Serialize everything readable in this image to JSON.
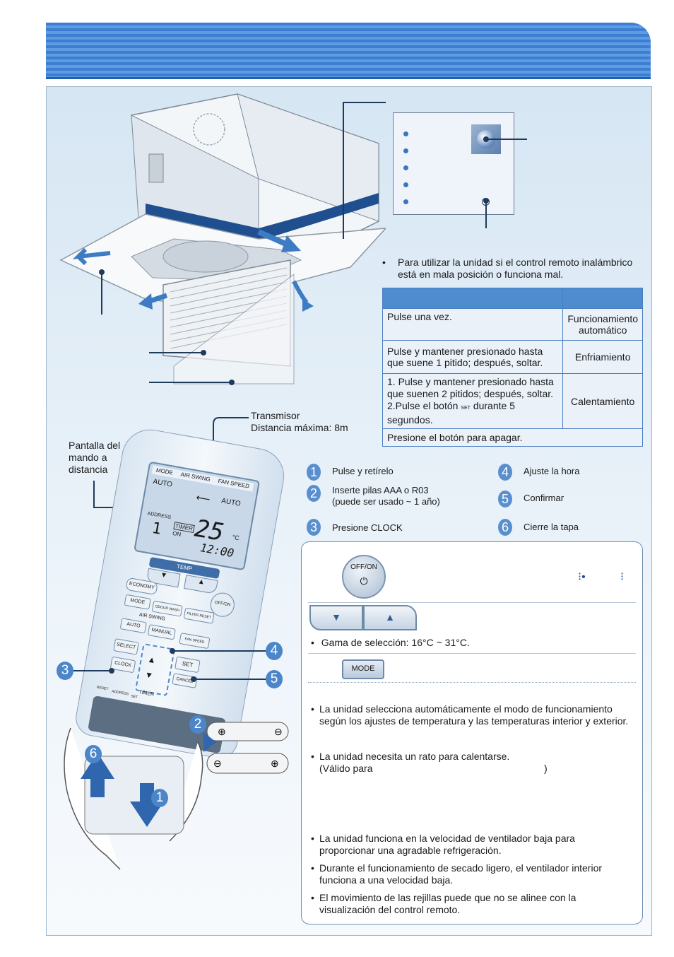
{
  "indicator_panel": {
    "note": "Para utilizar la unidad si el control remoto inalámbrico está en mala posición o funciona mal."
  },
  "mode_table": {
    "rows": [
      {
        "action": "Pulse una vez.",
        "mode": "Funcionamiento automático"
      },
      {
        "action": "Pulse y mantener presionado hasta que suene 1 pitido; después, soltar.",
        "mode": "Enfriamiento"
      },
      {
        "action_1": "1. Pulse y mantener presionado hasta que suenen 2 pitidos; después, soltar.",
        "action_2a": "2.Pulse el botón",
        "action_2_key": "SET",
        "action_2b": "durante 5 segundos.",
        "mode": "Calentamiento"
      },
      {
        "action": "Presione el botón para apagar.",
        "mode": ""
      }
    ]
  },
  "transmitter": {
    "label": "Transmisor",
    "distance": "Distancia máxima: 8m"
  },
  "remote_display_label": "Pantalla del mando a distancia",
  "remote": {
    "lcd_tabs": [
      "MODE",
      "AIR SWING",
      "FAN SPEED"
    ],
    "lcd_auto_1": "AUTO",
    "lcd_auto_2": "AUTO",
    "lcd_address": "ADDRESS",
    "lcd_address_val": "1",
    "lcd_timer": "TIMER",
    "lcd_on": "ON",
    "lcd_temp": "25",
    "lcd_unit": "°C",
    "lcd_time": "12:00",
    "temp_label": "TEMP",
    "buttons": [
      "ECONOMY",
      "OFF/ON",
      "MODE",
      "ODOUR WASH",
      "FILTER RESET",
      "AIR SWING",
      "AUTO",
      "MANUAL",
      "FAN SPEED",
      "SELECT",
      "CLOCK",
      "SET",
      "CANCEL",
      "TIMER"
    ],
    "small_labels": [
      "RESET",
      "ADDRESS",
      "SET"
    ]
  },
  "steps": [
    {
      "n": "1",
      "text": "Pulse y retírelo"
    },
    {
      "n": "2",
      "text": "Inserte pilas AAA o R03 (puede ser usado ~ 1 año)"
    },
    {
      "n": "3",
      "text": "Presione CLOCK"
    },
    {
      "n": "4",
      "text": "Ajuste la hora"
    },
    {
      "n": "5",
      "text": "Confirmar"
    },
    {
      "n": "6",
      "text": "Cierre la tapa"
    }
  ],
  "callouts": [
    "3",
    "4",
    "5",
    "2",
    "6",
    "1"
  ],
  "instructions": {
    "offon_label": "OFF/ON",
    "temp_range": "Gama de selección: 16°C ~ 31°C.",
    "mode_button": "MODE",
    "auto_note": "La unidad selecciona automáticamente el modo de funcionamiento según los ajustes de temperatura y las temperaturas interior y exterior.",
    "heat_note_1": "La unidad necesita un rato para calentarse.",
    "heat_note_2": "(Válido para",
    "heat_note_3": ")",
    "fan_note": "La unidad funciona en la velocidad de ventilador baja para proporcionar una agradable refrigeración.",
    "dry_note": "Durante el funcionamiento de secado ligero, el ventilador interior funciona a una velocidad baja.",
    "louver_note": "El movimiento de las rejillas puede que no se alinee con la visualización del control remoto."
  },
  "colors": {
    "header": "#3c7fd2",
    "accent": "#4f8ccf",
    "panel": "#d6e6f3"
  }
}
